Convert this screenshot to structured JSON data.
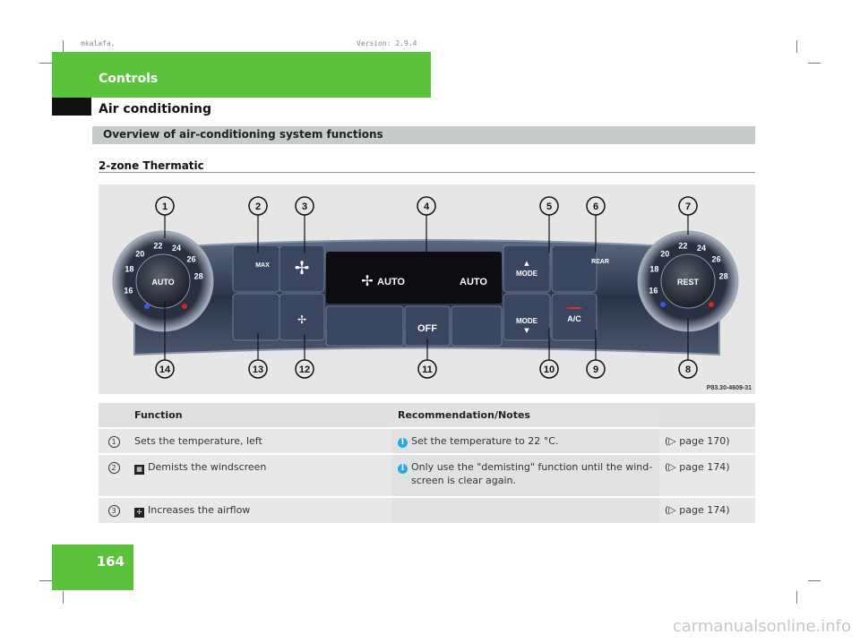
{
  "meta": {
    "left": "mkalafa,",
    "right": "Version: 2.9.4"
  },
  "header": {
    "chapter": "Controls",
    "section": "Air conditioning"
  },
  "overview_title": "Overview of air-conditioning system functions",
  "subheading": "2-zone Thermatic",
  "photo": {
    "code": "P83.30-4609-31",
    "labels": {
      "auto": "AUTO",
      "auto2": "AUTO",
      "max": "MAX",
      "mode_up": "MODE",
      "mode_down": "MODE",
      "rear": "REAR",
      "off": "OFF",
      "ac": "A/C",
      "rest": "REST"
    },
    "dial_left": [
      "16",
      "18",
      "20",
      "22",
      "24",
      "26",
      "28"
    ],
    "dial_right": [
      "16",
      "18",
      "20",
      "22",
      "24",
      "26",
      "28"
    ],
    "callouts": [
      "1",
      "2",
      "3",
      "4",
      "5",
      "6",
      "7",
      "8",
      "9",
      "10",
      "11",
      "12",
      "13",
      "14"
    ]
  },
  "table": {
    "headers": {
      "function": "Function",
      "notes": "Recommendation/Notes"
    },
    "rows": [
      {
        "num": "1",
        "function": "Sets the temperature, left",
        "note": "Set the temperature to 22 °C.",
        "ref": "(▷ page 170)",
        "has_note": true
      },
      {
        "num": "2",
        "function": "Demists the windscreen",
        "note": "Only use the \"demisting\" function until the wind-screen is clear again.",
        "note_line1": "Only use the \"demisting\" function until the wind-",
        "note_line2": "screen is clear again.",
        "ref": "(▷ page 174)",
        "has_note": true
      },
      {
        "num": "3",
        "function": "Increases the airflow",
        "note": "",
        "ref": "(▷ page 174)",
        "has_note": false
      }
    ]
  },
  "page_number": "164",
  "watermark": "carmanualsonline.info",
  "colors": {
    "brand_green": "#5bc23b",
    "info_blue": "#2aa6e0"
  }
}
